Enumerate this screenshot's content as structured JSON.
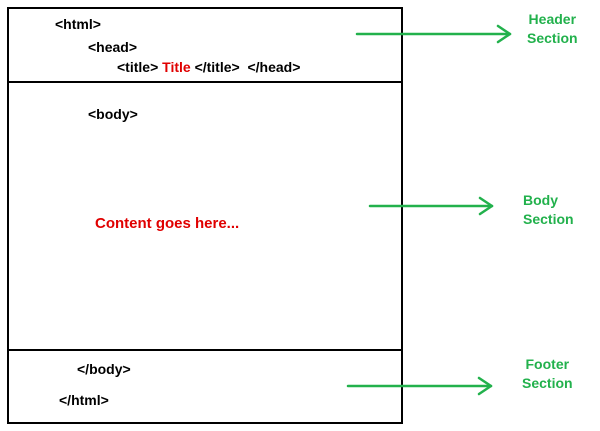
{
  "header_section": {
    "html_open": "<html>",
    "head_open": "<head>",
    "title_open": "<title>",
    "title_text": "Title",
    "title_close": "</title>",
    "head_close": "</head>",
    "label_line1": "Header",
    "label_line2": "Section"
  },
  "body_section": {
    "body_open": "<body>",
    "content": "Content goes here...",
    "label_line1": "Body",
    "label_line2": "Section"
  },
  "footer_section": {
    "body_close": "</body>",
    "html_close": "</html>",
    "label_line1": "Footer",
    "label_line2": "Section"
  },
  "colors": {
    "arrow": "#22b14c",
    "label": "#22b14c",
    "highlight": "#e00000",
    "outline": "#000000"
  }
}
